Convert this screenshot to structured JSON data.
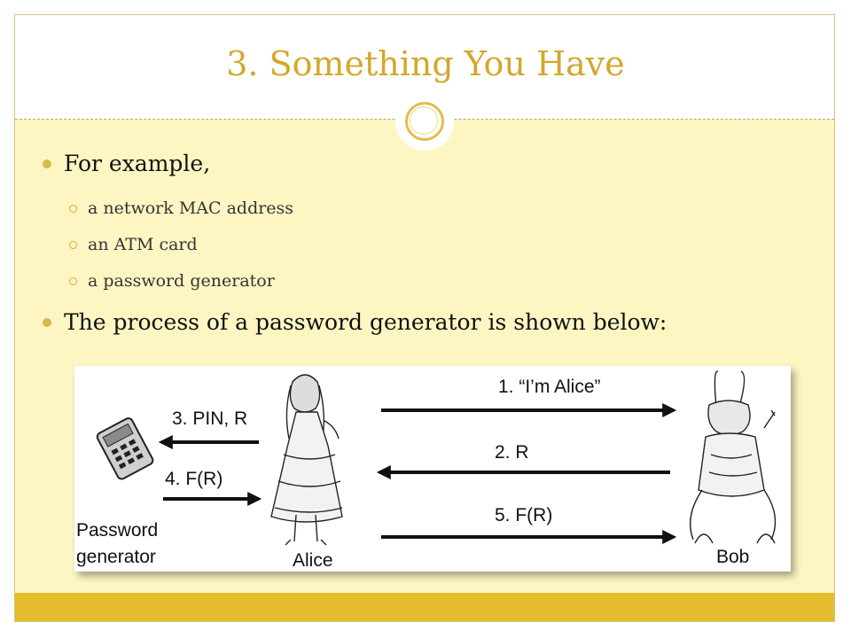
{
  "slide": {
    "title": "3. Something You Have",
    "bullets": [
      {
        "text": "For example,",
        "children": [
          "a network MAC address",
          "an ATM card",
          "a password generator"
        ]
      },
      {
        "text": "The process of a password generator is shown below:"
      }
    ]
  },
  "diagram": {
    "labels": {
      "device": [
        "Password",
        "generator"
      ],
      "alice": "Alice",
      "bob": "Bob"
    },
    "messages": [
      {
        "text": "1. “I’m Alice”",
        "direction": "right"
      },
      {
        "text": "2. R",
        "direction": "left"
      },
      {
        "text": "3. PIN, R",
        "direction": "left"
      },
      {
        "text": "4. F(R)",
        "direction": "right"
      },
      {
        "text": "5. F(R)",
        "direction": "right"
      }
    ]
  },
  "colors": {
    "title": "#d4a72c",
    "content_bg": "#fdf6c3",
    "bottom_bar": "#e4bd2f",
    "bullet": "#d8bb4a"
  }
}
